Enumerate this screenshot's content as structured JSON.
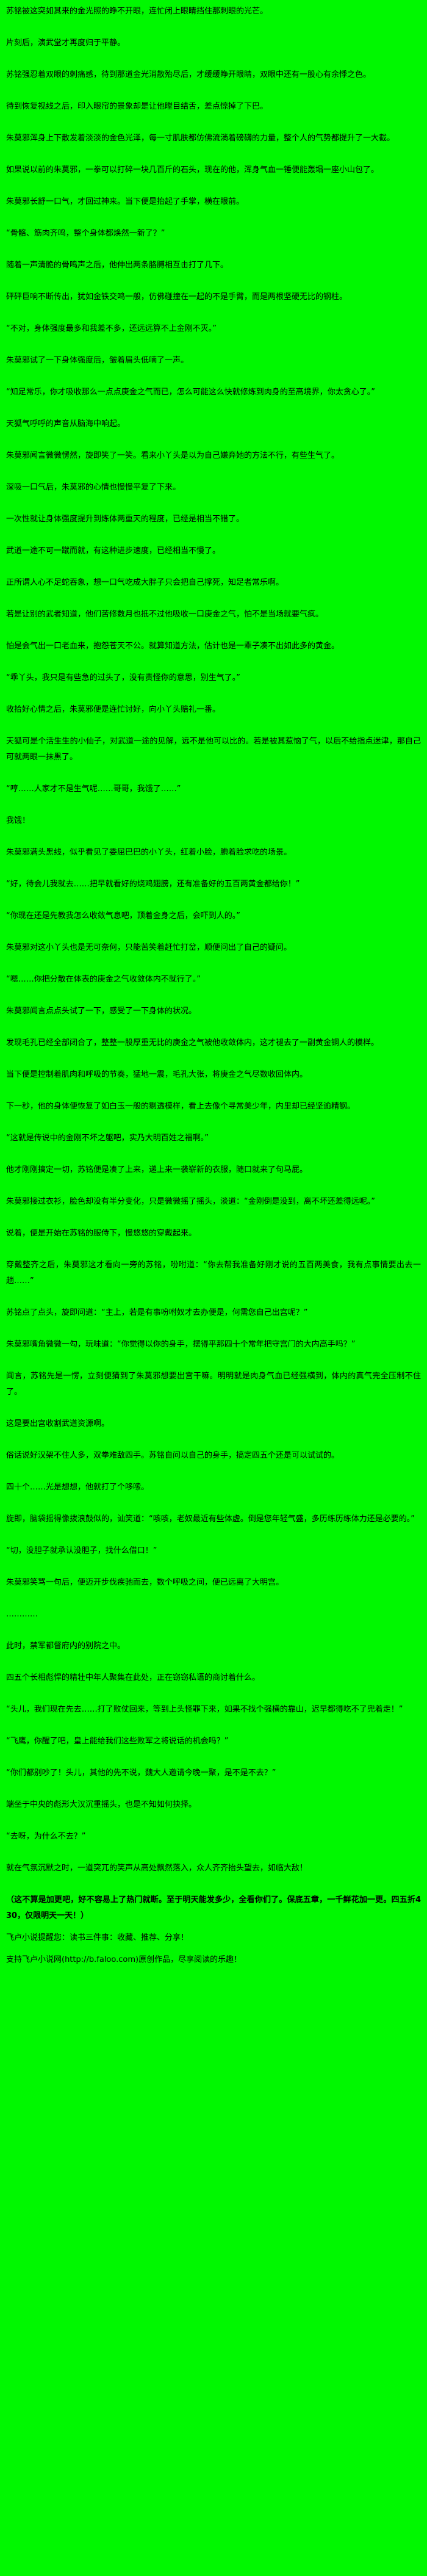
{
  "colors": {
    "background": "#00f800",
    "text": "#000000"
  },
  "content": {
    "paragraphs": [
      "苏铭被这突如其来的金光照的睁不开眼，连忙闭上眼睛挡住那刺眼的光芒。",
      "片刻后，演武堂才再度归于平静。",
      "苏铭强忍着双眼的刺痛感，待到那道金光消散殆尽后，才缓缓睁开眼睛，双眼中还有一股心有余悸之色。",
      "待到恢复视线之后，印入眼帘的景象却是让他瞠目结舌，差点惊掉了下巴。",
      "朱莫邪浑身上下散发着淡淡的金色光泽，每一寸肌肤都仿佛流淌着磅礴的力量，整个人的气势都提升了一大截。",
      "如果说以前的朱莫邪，一拳可以打碎一块几百斤的石头，现在的他，浑身气血一锤便能轰塌一座小山包了。",
      "朱莫邪长舒一口气，才回过神来。当下便是抬起了手掌，横在眼前。",
      "“骨骼、筋肉齐鸣，整个身体都焕然一新了？”",
      "随着一声清脆的骨鸣声之后，他伸出两条胳膊相互击打了几下。",
      "砰砰巨响不断传出，犹如金铁交鸣一般，仿佛碰撞在一起的不是手臂，而是两根坚硬无比的钢柱。",
      "“不对，身体强度最多和我差不多，还远远算不上金刚不灭。”",
      "朱莫邪试了一下身体强度后，皱着眉头低喃了一声。",
      "“知足常乐，你才吸收那么一点点庚金之气而已，怎么可能这么快就修炼到肉身的至高境界，你太贪心了。”",
      "天狐气呼呼的声音从脑海中响起。",
      "朱莫邪闻言微微愣然，旋即笑了一笑。看来小丫头是以为自己嫌弃她的方法不行，有些生气了。",
      "深吸一口气后，朱莫邪的心情也慢慢平复了下来。",
      "一次性就让身体强度提升到炼体两重天的程度，已经是相当不错了。",
      "武道一途不可一蹴而就，有这种进步速度，已经相当不慢了。",
      "正所谓人心不足蛇吞象，想一口气吃成大胖子只会把自己撑死，知足者常乐啊。",
      "若是让别的武者知道，他们苦修数月也抵不过他吸收一口庚金之气，怕不是当场就要气疯。",
      "怕是会气出一口老血来，抱怨苍天不公。就算知道方法，估计也是一辈子凑不出如此多的黄金。",
      "“乖丫头，我只是有些急的过头了，没有责怪你的意思，别生气了。”",
      "收拾好心情之后，朱莫邪便是连忙讨好，向小丫头赔礼一番。",
      "天狐可是个活生生的小仙子，对武道一途的见解，远不是他可以比的。若是被其惹恼了气，以后不给指点迷津，那自己可就两眼一抹黑了。",
      "“哼……人家才不是生气呢……哥哥，我饿了……”",
      "我饿！",
      "朱莫邪满头黑线，似乎看见了委屈巴巴的小丫头，红着小脸，腆着脸求吃的场景。",
      "“好，待会儿我就去……把早就看好的烧鸡翅膀，还有准备好的五百两黄金都给你！”",
      "“你现在还是先教我怎么收敛气息吧，顶着金身之后，会吓到人的。”",
      "朱莫邪对这小丫头也是无可奈何，只能苦笑着赶忙打岔，顺便问出了自己的疑问。",
      "“嗯……你把分散在体表的庚金之气收敛体内不就行了。”",
      "朱莫邪闻言点点头试了一下，感受了一下身体的状况。",
      "发现毛孔已经全部闭合了，整整一股厚重无比的庚金之气被他收敛体内，这才褪去了一副黄金铜人的模样。",
      "当下便是控制着肌肉和呼吸的节奏，猛地一震，毛孔大张，将庚金之气尽数收回体内。",
      "下一秒，他的身体便恢复了如白玉一般的剔透模样，看上去像个寻常美少年，内里却已经坚逾精钢。",
      "“这就是传说中的金刚不坏之躯吧，实乃大明百姓之福啊。”",
      "他才刚刚搞定一切，苏铭便是凑了上来，递上来一袭崭新的衣服，随口就来了句马屁。",
      "朱莫邪接过衣衫，脸色却没有半分变化，只是微微摇了摇头，淡道：“金刚倒是没到，离不坏还差得远呢。”",
      "说着，便是开始在苏铭的服侍下，慢悠悠的穿戴起来。",
      "穿戴整齐之后，朱莫邪这才看向一旁的苏铭，吩咐道：“你去帮我准备好刚才说的五百两美食，我有点事情要出去一趟……”",
      "苏铭点了点头，旋即问道：“主上，若是有事吩咐奴才去办便是，何需您自己出宫呢？”",
      "朱莫邪嘴角微微一勾，玩味道：“你觉得以你的身手，摆得平那四十个常年把守宫门的大内高手吗？”",
      "闻言，苏铭先是一愣，立刻便猜到了朱莫邪想要出宫干嘛。明明就是肉身气血已经强横到，体内的真气完全压制不住了。",
      "这是要出宫收割武道资源啊。",
      "俗话说好汉架不住人多，双拳难敌四手。苏铭自问以自己的身手，搞定四五个还是可以试试的。",
      "四十个……光是想想，他就打了个哆嗦。",
      "旋即，脑袋摇得像拨浪鼓似的，讪笑道：“咳咳，老奴最近有些体虚。倒是您年轻气盛，多历练历练体力还是必要的。”",
      "“切，没胆子就承认没胆子，找什么借口！”",
      "朱莫邪笑骂一句后，便迈开步伐疾驰而去，数个呼吸之间，便已远离了大明宫。",
      "…………",
      "此时，禁军都督府内的别院之中。",
      "四五个长相彪悍的精壮中年人聚集在此处，正在窃窃私语的商讨着什么。",
      "“头儿，我们现在先去……打了败仗回来，等到上头怪罪下来，如果不找个强横的靠山，迟早都得吃不了兜着走！”",
      "“飞鹰，你醒了吧，皇上能给我们这些败军之将说话的机会吗？”",
      "“你们都别吵了！头儿，其他的先不说，魏大人邀请今晚一聚，是不是不去？”",
      "端坐于中央的彪形大汉沉重摇头，也是不知如何抉择。",
      "“去呀，为什么不去？”",
      "就在气氛沉默之时，一道突兀的笑声从高处飘然落入，众人齐齐抬头望去，如临大敌！"
    ],
    "author_note": "（这不算是加更吧，好不容易上了热门就断。至于明天能发多少，全看你们了。保底五章，一千鲜花加一更。四五折430，仅限明天一天！）",
    "reminder": "飞卢小说提醒您：读书三件事：收藏、推荐、分享！",
    "footer": "支持飞卢小说网(http://b.faloo.com)原创作品，尽享阅读的乐趣！"
  }
}
